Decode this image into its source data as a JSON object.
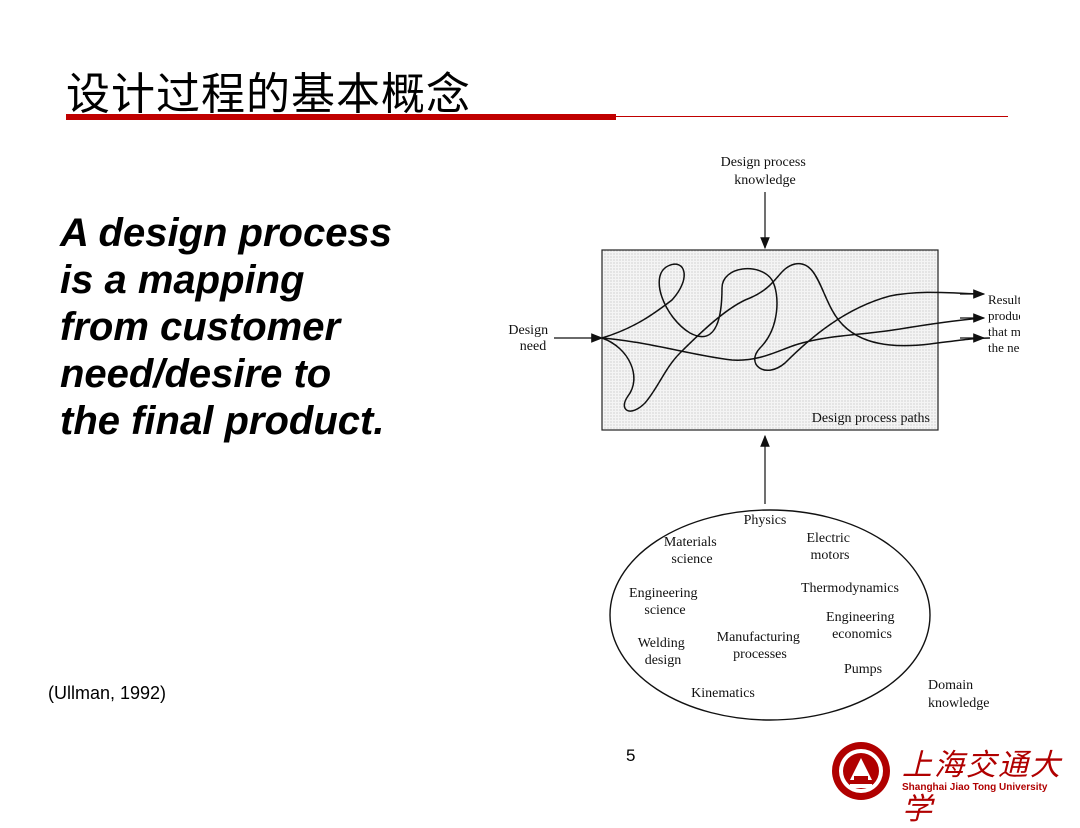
{
  "slide": {
    "title": "设计过程的基本概念",
    "body_lines": [
      "A design process",
      "is a mapping",
      "from customer",
      "need/desire to",
      "the final product."
    ],
    "citation": "(Ullman, 1992)",
    "page_number": "5"
  },
  "diagram": {
    "top_input": [
      "Design process",
      "knowledge"
    ],
    "left_input": [
      "Design",
      "need"
    ],
    "output": [
      "Resulting",
      "products",
      "that meet",
      "the need"
    ],
    "box_label": "Design process paths",
    "domain_label": [
      "Domain",
      "knowledge"
    ],
    "domains": {
      "physics": "Physics",
      "materials": [
        "Materials",
        "science"
      ],
      "electric": [
        "Electric",
        "motors"
      ],
      "engineering_science": [
        "Engineering",
        "science"
      ],
      "thermo": "Thermodynamics",
      "econ": [
        "Engineering",
        "economics"
      ],
      "welding": [
        "Welding",
        "design"
      ],
      "manufacturing": [
        "Manufacturing",
        "processes"
      ],
      "pumps": "Pumps",
      "kinematics": "Kinematics"
    }
  },
  "logo": {
    "name": "上海交通大学",
    "subtitle": "Shanghai Jiao Tong University"
  },
  "colors": {
    "accent": "#c00000",
    "logo": "#b00000",
    "box_fill": "#eeeeee"
  }
}
